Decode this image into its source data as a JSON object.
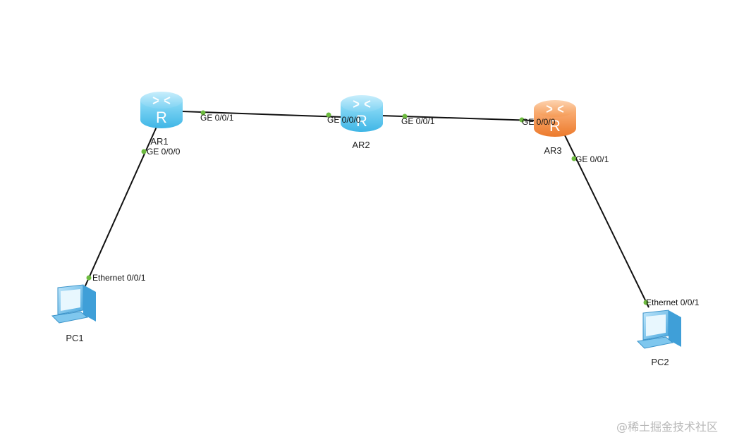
{
  "colors": {
    "link": "#111111",
    "port_dot": "#6dbb3f",
    "router_blue": "#55c8f0",
    "router_orange": "#f08a3c",
    "pc_blue": "#59b4e6"
  },
  "devices": {
    "ar1": {
      "label": "AR1",
      "icon": "router-icon"
    },
    "ar2": {
      "label": "AR2",
      "icon": "router-icon"
    },
    "ar3": {
      "label": "AR3",
      "icon": "router-icon"
    },
    "pc1": {
      "label": "PC1",
      "icon": "pc-icon"
    },
    "pc2": {
      "label": "PC2",
      "icon": "pc-icon"
    }
  },
  "links": [
    {
      "from": "ar1",
      "to": "ar2",
      "from_port": "GE 0/0/1",
      "to_port": "GE 0/0/0"
    },
    {
      "from": "ar2",
      "to": "ar3",
      "from_port": "GE 0/0/1",
      "to_port": "GE 0/0/0"
    },
    {
      "from": "ar1",
      "to": "pc1",
      "from_port": "GE 0/0/0",
      "to_port": "Ethernet 0/0/1"
    },
    {
      "from": "ar3",
      "to": "pc2",
      "from_port": "GE 0/0/1",
      "to_port": "Ethernet 0/0/1"
    }
  ],
  "watermark": "@稀土掘金技术社区"
}
